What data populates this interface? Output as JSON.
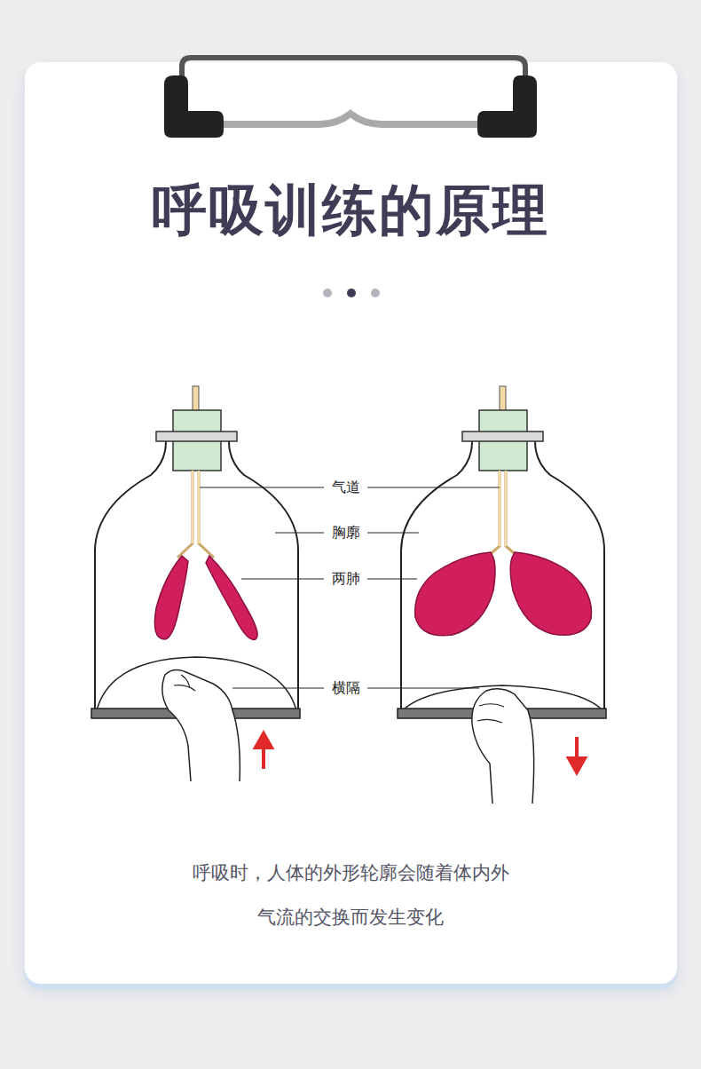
{
  "diagram": {
    "title": "呼吸训练的原理",
    "caption": "呼吸时，人体的外形轮廓会随着体内外 气流的交换而发生变化",
    "labels": [
      "气道",
      "胸廓",
      "两肺",
      "横隔"
    ]
  }
}
